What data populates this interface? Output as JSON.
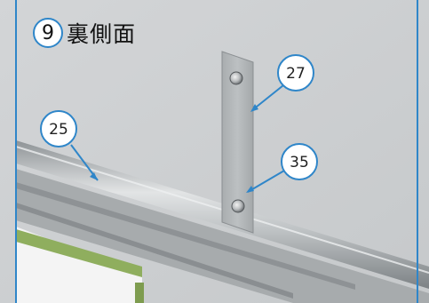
{
  "step": {
    "number": "9",
    "title": "裏側面"
  },
  "callouts": [
    {
      "id": "callout-25",
      "label": "25",
      "target": "handrail-pipe"
    },
    {
      "id": "callout-27",
      "label": "27",
      "target": "top-bolt"
    },
    {
      "id": "callout-35",
      "label": "35",
      "target": "bottom-bolt"
    }
  ],
  "colors": {
    "panel": "#cfd2d4",
    "callout_border": "#2f86c9",
    "frame_border": "#2f86c9",
    "green_frame": "#8fae5e"
  }
}
